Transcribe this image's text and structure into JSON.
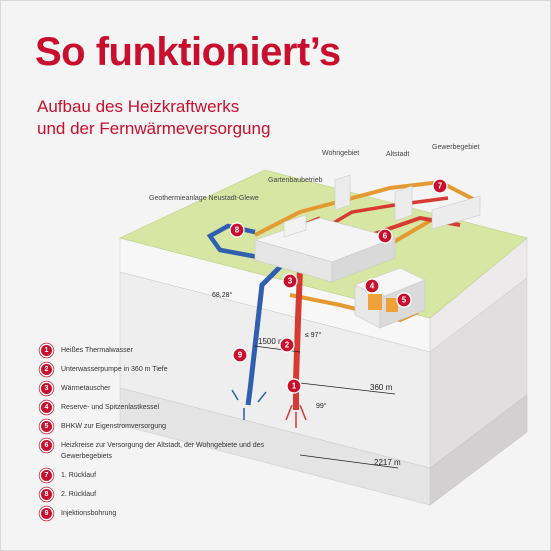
{
  "header": {
    "title": "So funktioniert’s",
    "subtitle_line1": "Aufbau des Heizkraftwerks",
    "subtitle_line2": "und der Fernwärmeversorgung"
  },
  "places": {
    "wohngebiet": "Wohngebiet",
    "altstadt": "Altstadt",
    "gewerbegebiet": "Gewerbegebiet",
    "gartenbaubetrieb": "Gartenbaubetrieb",
    "geothermie": "Geothermieanlage Neustadt-Glewe"
  },
  "measurements": {
    "depth_360": "360 m",
    "depth_2217": "2217 m",
    "distance_1500": "1500 m",
    "temp_68": "68,28°",
    "temp_97": "≤ 97°",
    "temp_99": "99°"
  },
  "markers": [
    "1",
    "2",
    "3",
    "4",
    "5",
    "6",
    "7",
    "8",
    "9"
  ],
  "legend": [
    {
      "num": "1",
      "text": "Heißes Thermalwasser"
    },
    {
      "num": "2",
      "text": "Unterwasserpumpe in 360 m Tiefe"
    },
    {
      "num": "3",
      "text": "Wärmetauscher"
    },
    {
      "num": "4",
      "text": "Reserve- und Spitzenlastkessel"
    },
    {
      "num": "5",
      "text": "BHKW zur Eigenstromversorgung"
    },
    {
      "num": "6",
      "text": "Heizkreise zur Versorgung der Altstadt, der Wohngebiete und des Gewerbegebiets"
    },
    {
      "num": "7",
      "text": "1. Rücklauf"
    },
    {
      "num": "8",
      "text": "2. Rücklauf"
    },
    {
      "num": "9",
      "text": "Injektionsbohrung"
    }
  ],
  "colors": {
    "accent": "#c8102e",
    "ground_top": "#d8e6a4",
    "hot_pipe": "#d63a32",
    "cold_pipe": "#2f5fae",
    "return_pipe": "#e49a30"
  }
}
